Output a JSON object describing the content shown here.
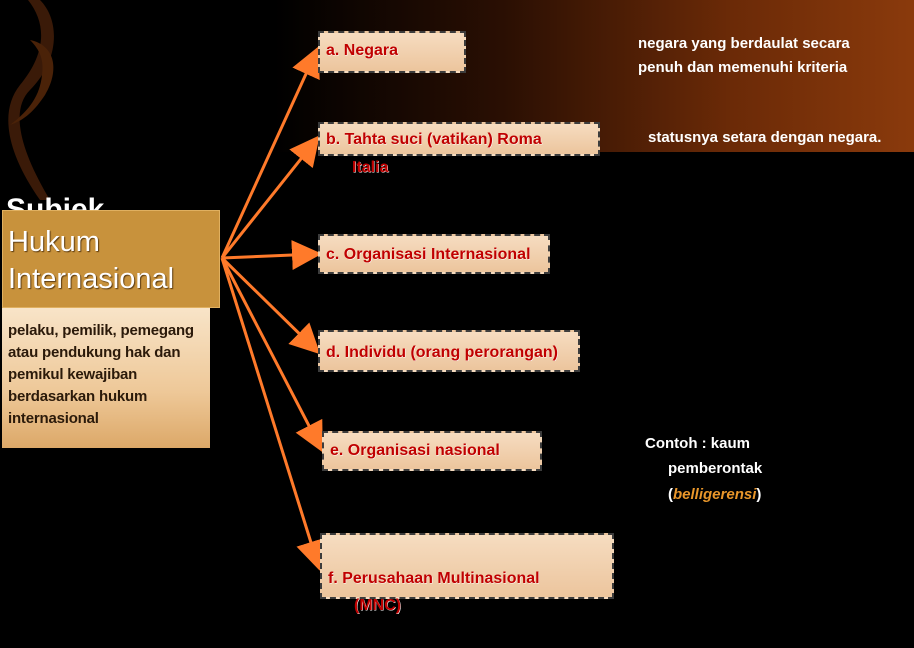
{
  "slide": {
    "title_partial": "Subjek",
    "title_line1": "Hukum",
    "title_line2": "Internasional",
    "description": "pelaku, pemilik, pemegang atau pendukung hak dan pemikul kewajiban berdasarkan hukum internasional"
  },
  "items": [
    {
      "label": "a.  Negara",
      "label_cont": ""
    },
    {
      "label": "b.  Tahta suci (vatikan) Roma",
      "label_cont": "Italia"
    },
    {
      "label": "c.  Organisasi Internasional",
      "label_cont": ""
    },
    {
      "label": "d.  Individu (orang perorangan)",
      "label_cont": ""
    },
    {
      "label": "e.  Organisasi nasional",
      "label_cont": ""
    },
    {
      "label": "f.   Perusahaan Multinasional",
      "label_cont": "(MNC)"
    }
  ],
  "notes": {
    "negara_line1": "negara yang berdaulat secara",
    "negara_line2": "penuh dan memenuhi kriteria",
    "vatikan": "statusnya setara dengan negara.",
    "contoh_line1": "Contoh : kaum",
    "contoh_line2": "pemberontak",
    "contoh_open": "(",
    "contoh_italic": "belligerensi",
    "contoh_close": ")"
  },
  "colors": {
    "arrow": "#ff7a2a",
    "label_red": "#c00000",
    "title_box": "#c8923c"
  }
}
